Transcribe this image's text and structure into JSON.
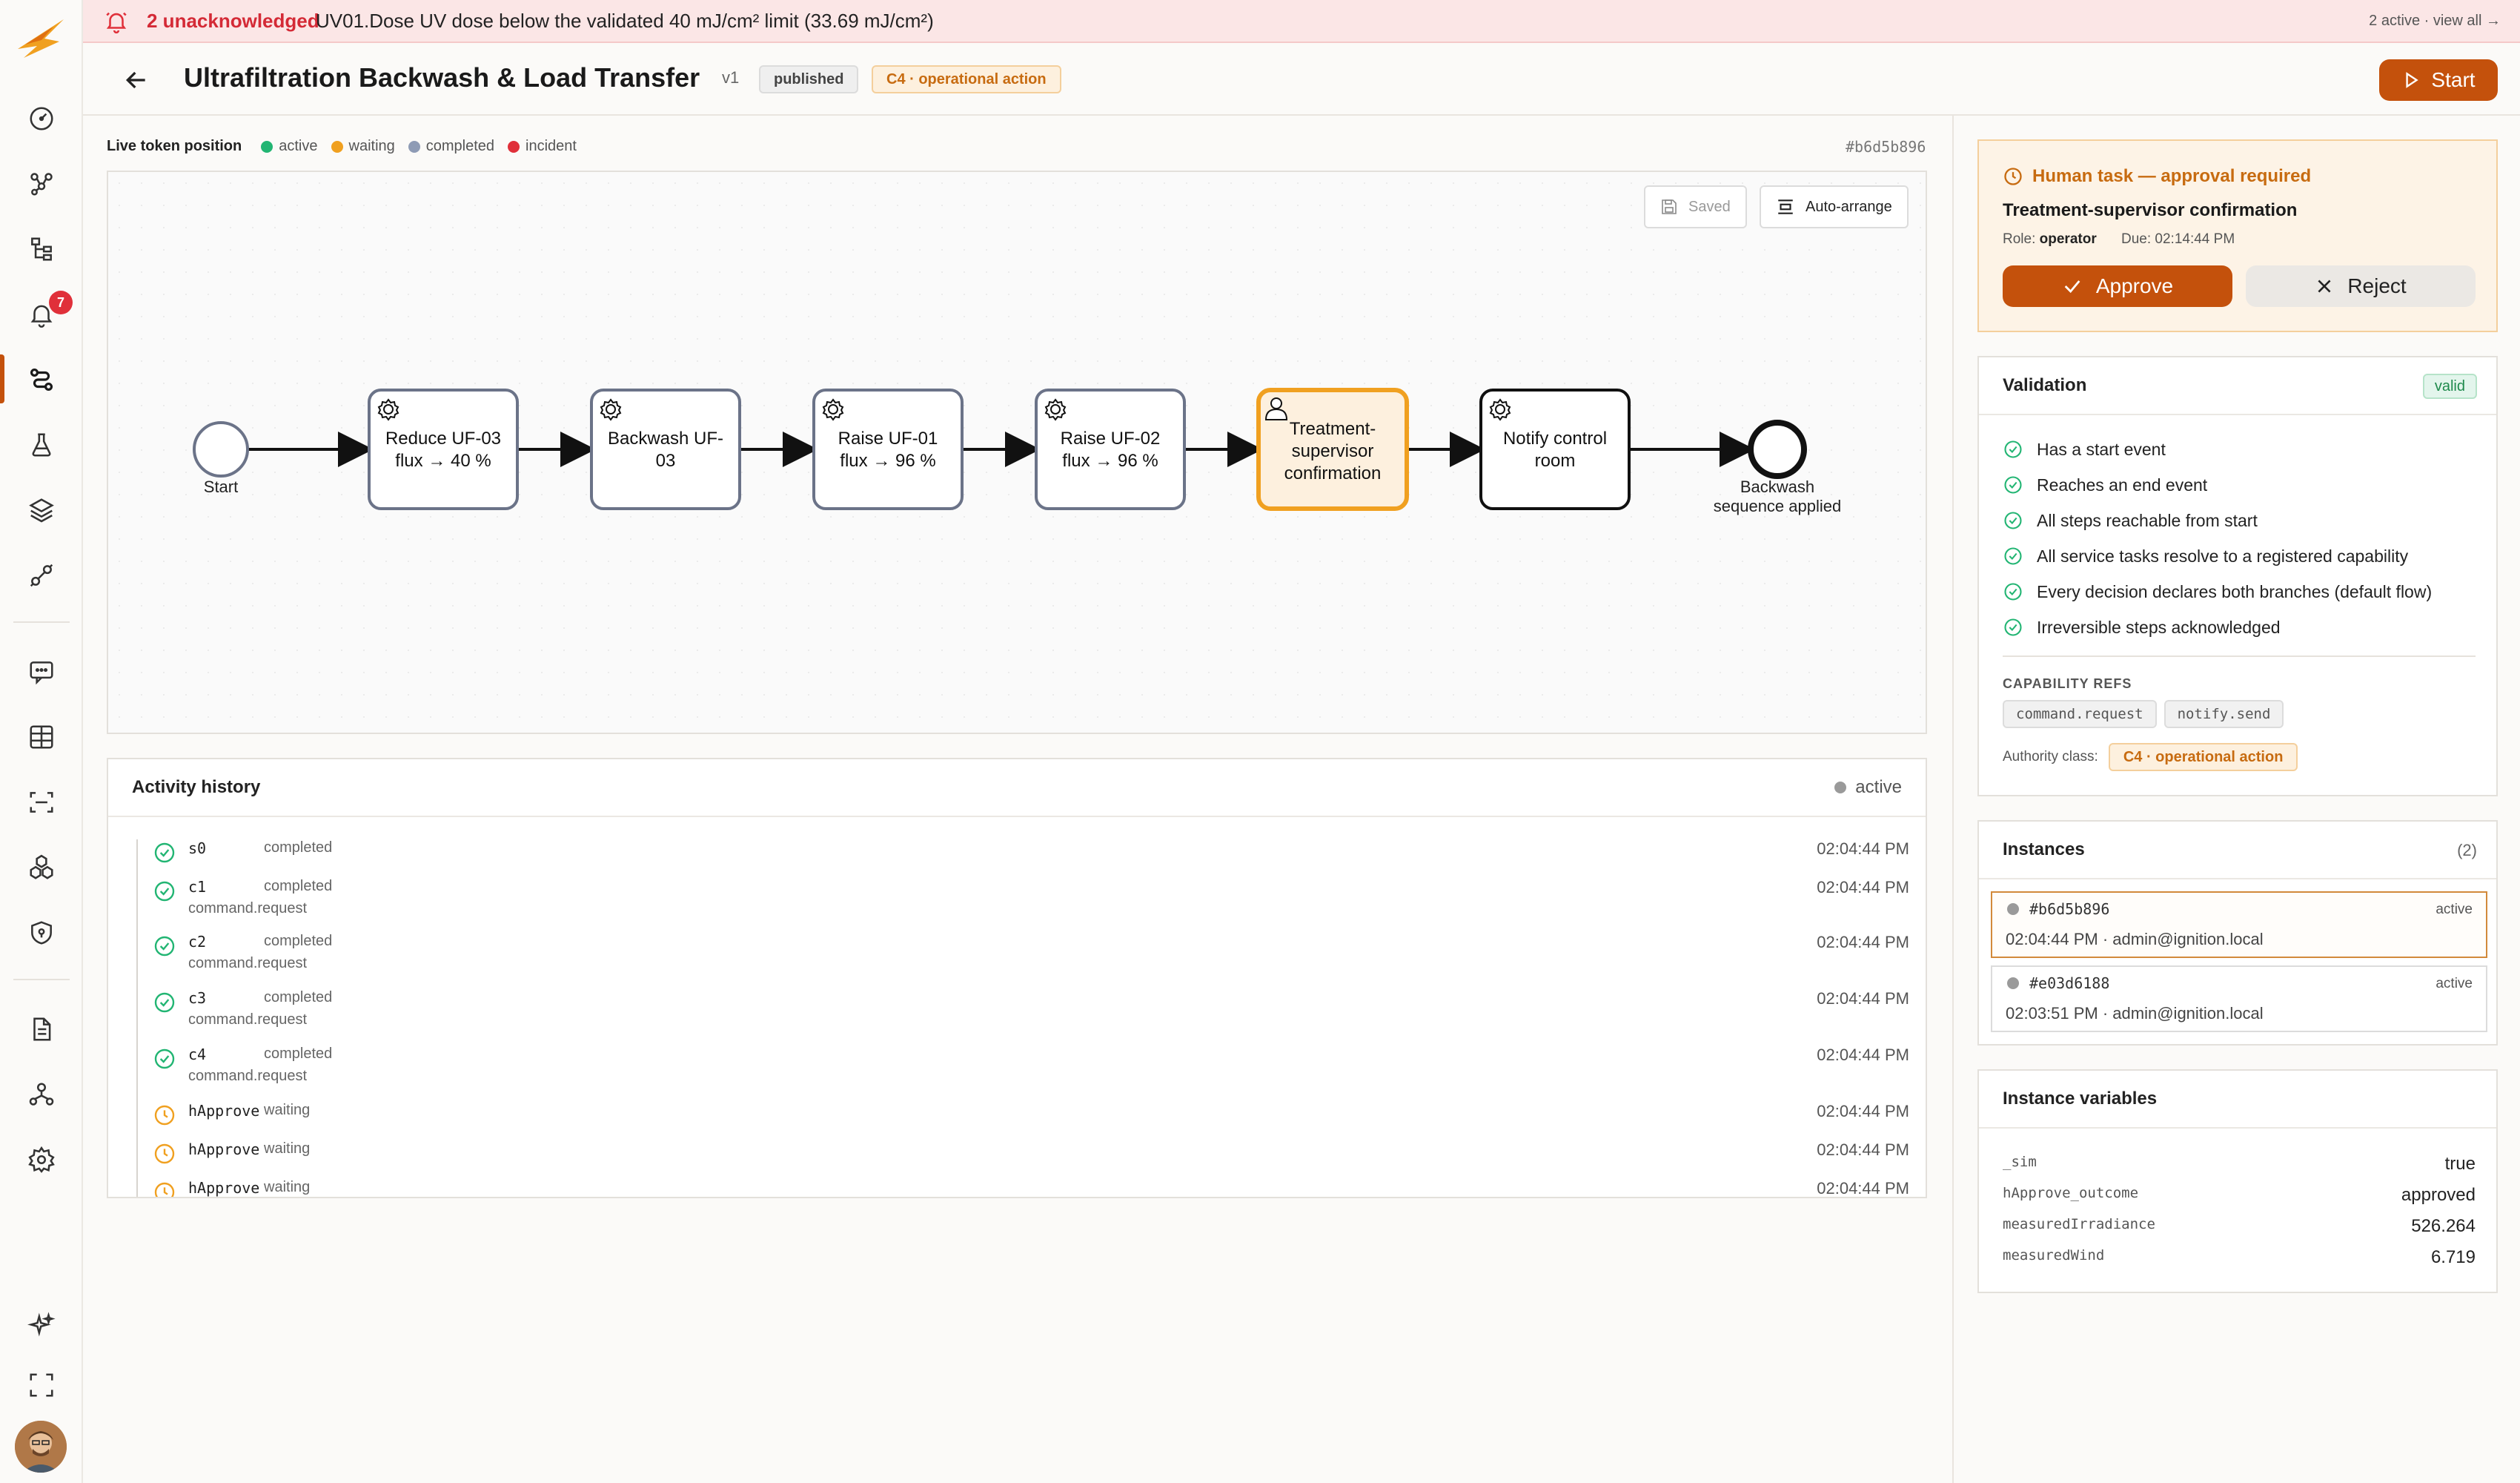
{
  "alert": {
    "count": "2 unacknowledged",
    "message": "UV01.Dose UV dose below the validated 40 mJ/cm² limit (33.69 mJ/cm²)",
    "right": "2 active · view all →"
  },
  "nav": {
    "badge": "7"
  },
  "header": {
    "title": "Ultrafiltration Backwash & Load Transfer",
    "version": "v1",
    "status": "published",
    "authority": "C4 · operational action",
    "start_label": "Start"
  },
  "legend": {
    "title": "Live token position",
    "items": [
      {
        "label": "active",
        "color": "#22b573"
      },
      {
        "label": "waiting",
        "color": "#f0a020"
      },
      {
        "label": "completed",
        "color": "#8e9bb5"
      },
      {
        "label": "incident",
        "color": "#e0303a"
      }
    ]
  },
  "instance_id": "#b6d5b896",
  "canvas": {
    "saved_label": "Saved",
    "auto_label": "Auto-arrange",
    "start_label": "Start",
    "end_label_1": "Backwash",
    "end_label_2": "sequence applied",
    "tasks": [
      {
        "line1": "Reduce UF-03",
        "line2": "flux → 40 %"
      },
      {
        "line1": "Backwash UF-",
        "line2": "03"
      },
      {
        "line1": "Raise UF-01",
        "line2": "flux → 96 %"
      },
      {
        "line1": "Raise UF-02",
        "line2": "flux → 96 %"
      },
      {
        "line1": "Treatment-",
        "line2": "supervisor",
        "line3": "confirmation"
      },
      {
        "line1": "Notify control",
        "line2": "room"
      }
    ]
  },
  "history": {
    "title": "Activity history",
    "status": "active",
    "rows": [
      {
        "name": "s0",
        "status": "completed",
        "sub": "",
        "time": "02:04:44 PM",
        "kind": "done"
      },
      {
        "name": "c1",
        "status": "completed",
        "sub": "command.request",
        "time": "02:04:44 PM",
        "kind": "done"
      },
      {
        "name": "c2",
        "status": "completed",
        "sub": "command.request",
        "time": "02:04:44 PM",
        "kind": "done"
      },
      {
        "name": "c3",
        "status": "completed",
        "sub": "command.request",
        "time": "02:04:44 PM",
        "kind": "done"
      },
      {
        "name": "c4",
        "status": "completed",
        "sub": "command.request",
        "time": "02:04:44 PM",
        "kind": "done"
      },
      {
        "name": "hApprove",
        "status": "waiting",
        "sub": "",
        "time": "02:04:44 PM",
        "kind": "wait"
      },
      {
        "name": "hApprove",
        "status": "waiting",
        "sub": "",
        "time": "02:04:44 PM",
        "kind": "wait"
      },
      {
        "name": "hApprove",
        "status": "waiting",
        "sub": "",
        "time": "02:04:44 PM",
        "kind": "wait"
      }
    ]
  },
  "human_task": {
    "heading": "Human task — approval required",
    "title": "Treatment-supervisor confirmation",
    "role_label": "Role:",
    "role": "operator",
    "due": "Due: 02:14:44 PM",
    "approve": "Approve",
    "reject": "Reject"
  },
  "validation": {
    "title": "Validation",
    "status": "valid",
    "checks": [
      "Has a start event",
      "Reaches an end event",
      "All steps reachable from start",
      "All service tasks resolve to a registered capability",
      "Every decision declares both branches (default flow)",
      "Irreversible steps acknowledged"
    ],
    "cap_label": "CAPABILITY REFS",
    "caps": [
      "command.request",
      "notify.send"
    ],
    "authority_label": "Authority class:",
    "authority": "C4 · operational action"
  },
  "instances": {
    "title": "Instances",
    "count": "(2)",
    "items": [
      {
        "id": "#b6d5b896",
        "status": "active",
        "sub": "02:04:44 PM · admin@ignition.local"
      },
      {
        "id": "#e03d6188",
        "status": "active",
        "sub": "02:03:51 PM · admin@ignition.local"
      }
    ]
  },
  "variables": {
    "title": "Instance variables",
    "items": [
      {
        "key": "_sim",
        "value": "true"
      },
      {
        "key": "hApprove_outcome",
        "value": "approved"
      },
      {
        "key": "measuredIrradiance",
        "value": "526.264"
      },
      {
        "key": "measuredWind",
        "value": "6.719"
      }
    ]
  },
  "colors": {
    "accent": "#c4510c",
    "alert_red": "#d42a36",
    "valid_green": "#1f8a4c",
    "waiting_orange": "#f0a020"
  }
}
